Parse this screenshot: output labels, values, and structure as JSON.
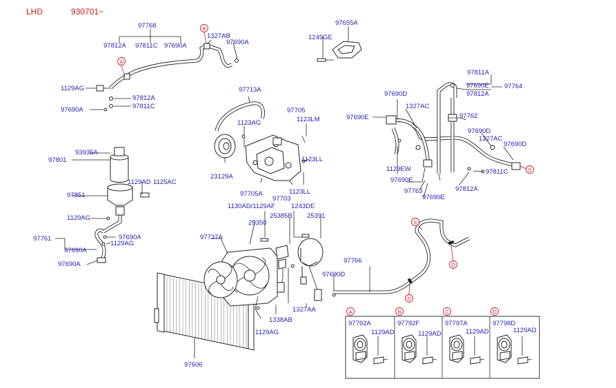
{
  "header": {
    "variant": "LHD",
    "code": "930701−"
  },
  "labels": [
    {
      "id": "l97768",
      "text": "97768"
    },
    {
      "id": "l97812a_1",
      "text": "97812A"
    },
    {
      "id": "l97811c_1",
      "text": "97811C"
    },
    {
      "id": "l97690a_1",
      "text": "97690A"
    },
    {
      "id": "l1327ab",
      "text": "1327AB"
    },
    {
      "id": "l97690a_2",
      "text": "97690A"
    },
    {
      "id": "l1129ag_1",
      "text": "1129AG"
    },
    {
      "id": "l97812a_2",
      "text": "97812A"
    },
    {
      "id": "l97690a_3",
      "text": "97690A"
    },
    {
      "id": "l97811c_2",
      "text": "97811C"
    },
    {
      "id": "l97655a",
      "text": "97655A"
    },
    {
      "id": "l1249ge",
      "text": "1249GE"
    },
    {
      "id": "l97713a",
      "text": "97713A"
    },
    {
      "id": "l97705",
      "text": "97705"
    },
    {
      "id": "l1123ag",
      "text": "1123AG"
    },
    {
      "id": "l1123lm",
      "text": "1123LM"
    },
    {
      "id": "l1123ll_1",
      "text": "1123LL"
    },
    {
      "id": "l23129a",
      "text": "23129A"
    },
    {
      "id": "l97705a",
      "text": "97705A"
    },
    {
      "id": "l97703",
      "text": "97703"
    },
    {
      "id": "l1123ll_2",
      "text": "1123LL"
    },
    {
      "id": "l97811a",
      "text": "97811A"
    },
    {
      "id": "l97690e_1",
      "text": "97690E"
    },
    {
      "id": "l97764",
      "text": "97764"
    },
    {
      "id": "l97812a_3",
      "text": "97812A"
    },
    {
      "id": "l97690d_1",
      "text": "97690D"
    },
    {
      "id": "l1327ac_1",
      "text": "1327AC"
    },
    {
      "id": "l97690e_2",
      "text": "97690E"
    },
    {
      "id": "l97762",
      "text": "97762"
    },
    {
      "id": "l97690d_2",
      "text": "97690D"
    },
    {
      "id": "l1327ac_2",
      "text": "1327AC"
    },
    {
      "id": "l97690d_3",
      "text": "97690D"
    },
    {
      "id": "l1129ew",
      "text": "1129EW"
    },
    {
      "id": "l97811c_3",
      "text": "97811C"
    },
    {
      "id": "l97690e_3",
      "text": "97690E"
    },
    {
      "id": "l97763",
      "text": "97763"
    },
    {
      "id": "l97812a_4",
      "text": "97812A"
    },
    {
      "id": "l97690e_4",
      "text": "97690E"
    },
    {
      "id": "l97801",
      "text": "97801"
    },
    {
      "id": "l93935a",
      "text": "93935A"
    },
    {
      "id": "l1129ad_1",
      "text": "1129AD"
    },
    {
      "id": "l1125ac",
      "text": "1125AC"
    },
    {
      "id": "l97851",
      "text": "97851"
    },
    {
      "id": "l1129ag_2",
      "text": "1129AG"
    },
    {
      "id": "l97761",
      "text": "97761"
    },
    {
      "id": "l97690a_4",
      "text": "97690A"
    },
    {
      "id": "l1129ag_3",
      "text": "1129AG"
    },
    {
      "id": "l97690a_5",
      "text": "97690A"
    },
    {
      "id": "l97690a_6",
      "text": "97690A"
    },
    {
      "id": "l1130ad",
      "text": "1130AD/1129AF"
    },
    {
      "id": "l1243de",
      "text": "1243DE"
    },
    {
      "id": "l25350",
      "text": "25350"
    },
    {
      "id": "l25385b",
      "text": "25385B"
    },
    {
      "id": "l25391",
      "text": "25391"
    },
    {
      "id": "l97737a",
      "text": "97737A"
    },
    {
      "id": "l97766",
      "text": "97766"
    },
    {
      "id": "l97690d_4",
      "text": "97690D"
    },
    {
      "id": "l1327aa",
      "text": "1327AA"
    },
    {
      "id": "l1338ab",
      "text": "1338AB"
    },
    {
      "id": "l1129ag_4",
      "text": "1129AG"
    },
    {
      "id": "l97606",
      "text": "97606"
    },
    {
      "id": "l97792a",
      "text": "97792A"
    },
    {
      "id": "l1129ad_a",
      "text": "1129AD"
    },
    {
      "id": "l97792f",
      "text": "97792F"
    },
    {
      "id": "l1129ad_b",
      "text": "1129AD"
    },
    {
      "id": "l97797a",
      "text": "97797A"
    },
    {
      "id": "l1129ad_c",
      "text": "1129AD"
    },
    {
      "id": "l97798d",
      "text": "97798D"
    },
    {
      "id": "l1129ad_d",
      "text": "1129AD"
    }
  ],
  "callouts": [
    "A",
    "B",
    "C",
    "D",
    "S"
  ],
  "colors": {
    "label": "#1f1fb4",
    "header": "#d01818",
    "line": "#222222"
  }
}
